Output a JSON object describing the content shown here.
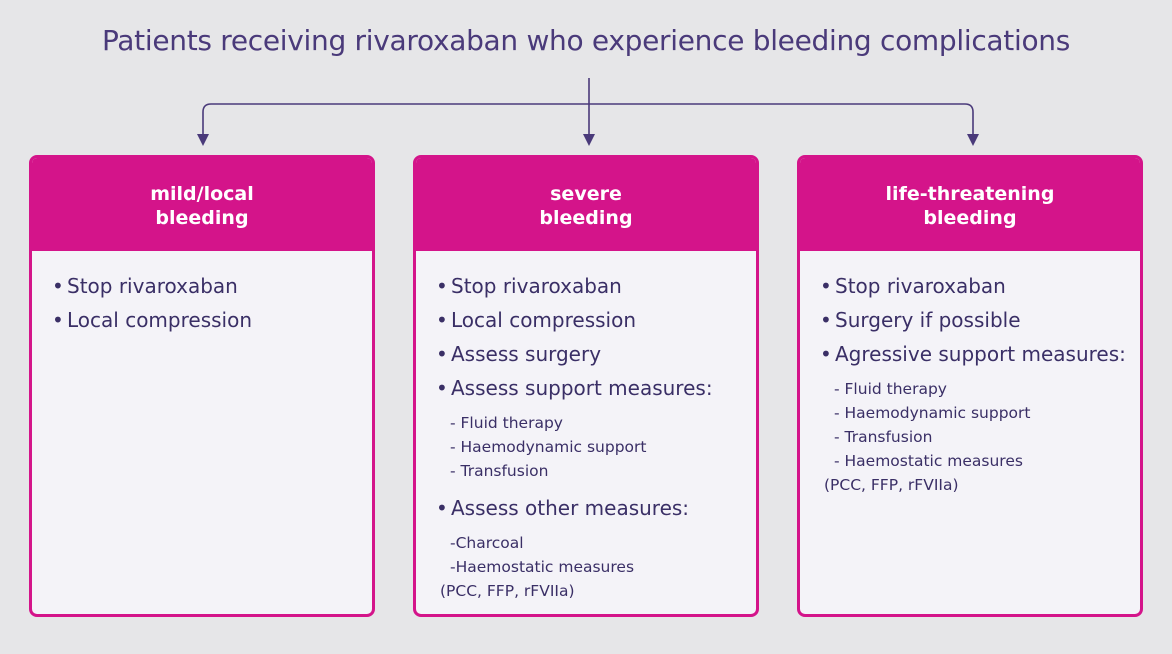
{
  "title": "Patients receiving rivaroxaban who experience bleeding complications",
  "colors": {
    "accent": "#d4148a",
    "text": "#3a2f66",
    "background": "#e6e6e8",
    "card": "#f4f3f8"
  },
  "cards": [
    {
      "header": [
        "mild/local",
        "bleeding"
      ],
      "items": [
        "Stop rivaroxaban",
        "Local compression"
      ]
    },
    {
      "header": [
        "severe",
        "bleeding"
      ],
      "items": [
        "Stop rivaroxaban",
        "Local compression",
        "Assess surgery",
        "Assess support measures:",
        "Assess other measures:"
      ],
      "sub_support": [
        "- Fluid therapy",
        "- Haemodynamic support",
        "- Transfusion"
      ],
      "sub_other": [
        "-Charcoal",
        "-Haemostatic measures",
        "(PCC, FFP, rFVIIa)"
      ]
    },
    {
      "header": [
        "life-threatening",
        "bleeding"
      ],
      "items": [
        "Stop rivaroxaban",
        "Surgery if possible",
        "Agressive support measures:"
      ],
      "sub_support": [
        "- Fluid therapy",
        "- Haemodynamic support",
        "- Transfusion",
        "- Haemostatic measures",
        "(PCC, FFP, rFVIIa)"
      ]
    }
  ]
}
